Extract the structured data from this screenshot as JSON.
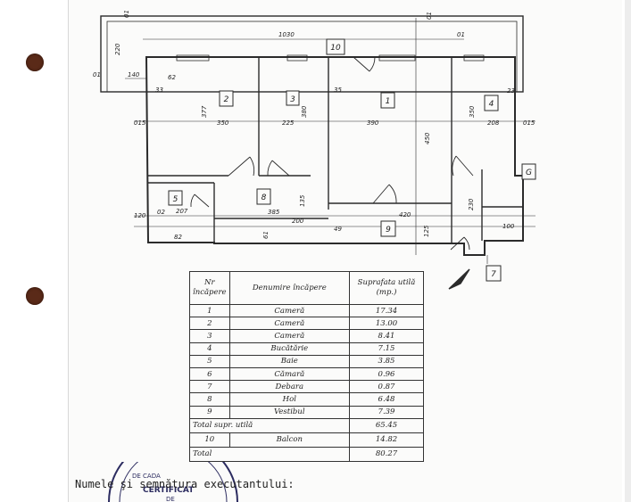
{
  "rooms": [
    {
      "id": "1"
    },
    {
      "id": "2"
    },
    {
      "id": "3"
    },
    {
      "id": "4"
    },
    {
      "id": "5"
    },
    {
      "id": "G"
    },
    {
      "id": "7"
    },
    {
      "id": "8"
    },
    {
      "id": "9"
    },
    {
      "id": "10"
    }
  ],
  "dims": {
    "d1030": "1030",
    "d220": "220",
    "d140": "140",
    "d01a": "01",
    "d01b": "01",
    "d01c": "01",
    "d01d": "01",
    "d377": "377",
    "d350": "350",
    "d225": "225",
    "d390": "390",
    "d208": "208",
    "d380": "380",
    "d450": "450",
    "d350b": "350",
    "d420": "420",
    "d385": "385",
    "d207": "207",
    "d200": "200",
    "d135": "135",
    "d33": "33",
    "d35": "35",
    "d23": "23",
    "d15": "015",
    "d15b": "015",
    "d125": "125",
    "d230": "230",
    "d62": "62",
    "d61": "61",
    "d49": "49",
    "d100": "100",
    "d120": "120",
    "d82": "82",
    "d02": "02"
  },
  "table": {
    "header": {
      "col1": "Nr încăpere",
      "col2": "Denumire încăpere",
      "col3": "Suprafata utilă (mp.)"
    },
    "rows": [
      {
        "nr": "1",
        "name": "Cameră",
        "area": "17.34"
      },
      {
        "nr": "2",
        "name": "Cameră",
        "area": "13.00"
      },
      {
        "nr": "3",
        "name": "Cameră",
        "area": "8.41"
      },
      {
        "nr": "4",
        "name": "Bucătărie",
        "area": "7.15"
      },
      {
        "nr": "5",
        "name": "Baie",
        "area": "3.85"
      },
      {
        "nr": "6",
        "name": "Cămară",
        "area": "0.96"
      },
      {
        "nr": "7",
        "name": "Debara",
        "area": "0.87"
      },
      {
        "nr": "8",
        "name": "Hol",
        "area": "6.48"
      },
      {
        "nr": "9",
        "name": "Vestibul",
        "area": "7.39"
      }
    ],
    "total_useful_label": "Total supr. utilă",
    "total_useful_value": "65.45",
    "balcony": {
      "nr": "10",
      "name": "Balcon",
      "area": "14.82"
    },
    "total_label": "Total",
    "total_value": "80.27"
  },
  "footer": {
    "text": "Numele şi semnătura executantului:"
  },
  "stamp": {
    "top": "DE CADA",
    "middle": "CERTIFICAT",
    "bottom": "DE"
  }
}
